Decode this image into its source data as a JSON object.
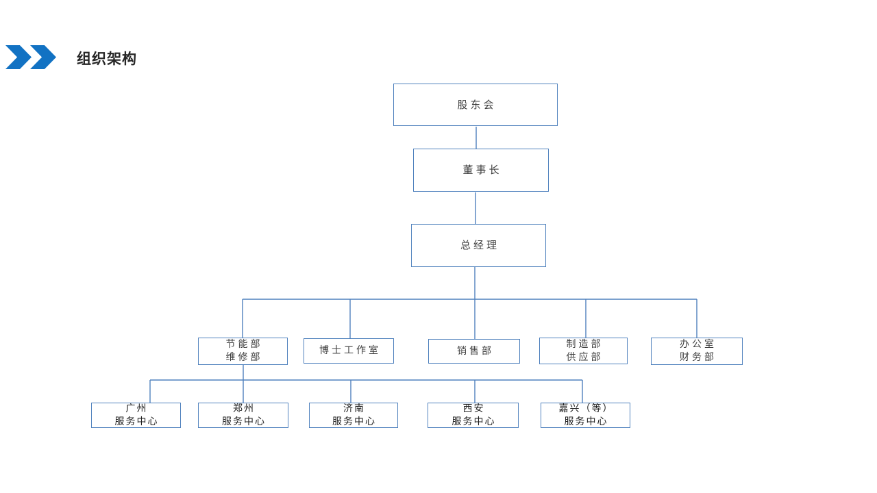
{
  "colors": {
    "accent": "#1272c3",
    "box_border": "#4f81bd",
    "connector": "#4f81bd",
    "text": "#3f3f3f"
  },
  "header": {
    "title": "组织架构"
  },
  "org": {
    "root": {
      "label": "股东会"
    },
    "chairman": {
      "label": "董事长"
    },
    "general_manager": {
      "label": "总经理"
    },
    "departments": [
      {
        "lines": [
          "节能部",
          "维修部"
        ]
      },
      {
        "lines": [
          "博士工作室"
        ]
      },
      {
        "lines": [
          "销售部"
        ]
      },
      {
        "lines": [
          "制造部",
          "供应部"
        ]
      },
      {
        "lines": [
          "办公室",
          "财务部"
        ]
      }
    ],
    "service_centers": [
      {
        "lines": [
          "广州",
          "服务中心"
        ]
      },
      {
        "lines": [
          "郑州",
          "服务中心"
        ]
      },
      {
        "lines": [
          "济南",
          "服务中心"
        ]
      },
      {
        "lines": [
          "西安",
          "服务中心"
        ]
      },
      {
        "lines": [
          "嘉兴（等）",
          "服务中心"
        ]
      }
    ]
  }
}
